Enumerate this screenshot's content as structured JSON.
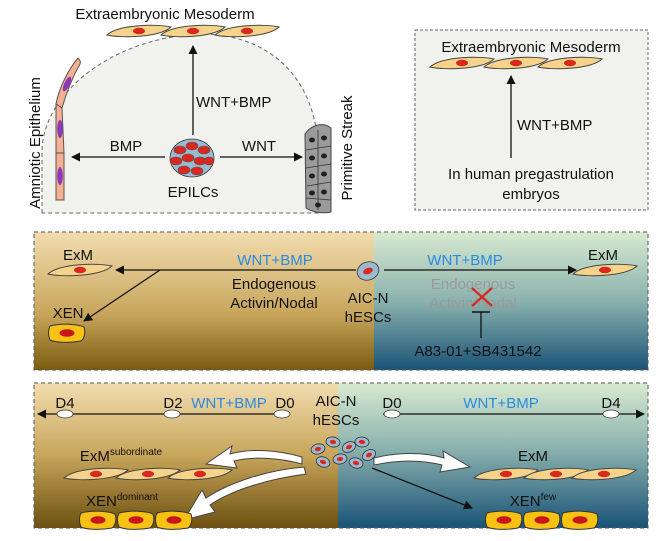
{
  "panel_top_left": {
    "title": "Extraembryonic Mesoderm",
    "arrow_up_label": "WNT+BMP",
    "left_arrow_label": "BMP",
    "right_arrow_label": "WNT",
    "center_label": "EPILCs",
    "left_side_label": "Amniotic Epithelium",
    "right_side_label": "Primitive Streak"
  },
  "panel_top_right": {
    "title": "Extraembryonic Mesoderm",
    "arrow_label": "WNT+BMP",
    "caption_line1": "In human pregastrulation",
    "caption_line2": "embryos"
  },
  "panel_middle": {
    "left_signal": "WNT+BMP",
    "left_sub1": "Endogenous",
    "left_sub2": "Activin/Nodal",
    "center_line1": "AIC-N",
    "center_line2": "hESCs",
    "right_signal": "WNT+BMP",
    "right_sub1": "Endogenous",
    "right_sub2": "Activin/Nodal",
    "exm_left": "ExM",
    "exm_right": "ExM",
    "xen_left": "XEN",
    "inhibitors": "A83-01+SB431542"
  },
  "panel_bottom": {
    "d4_left": "D4",
    "d2_left": "D2",
    "d0_left": "D0",
    "left_signal": "WNT+BMP",
    "center_line1": "AIC-N",
    "center_line2": "hESCs",
    "d0_right": "D0",
    "right_signal": "WNT+BMP",
    "d4_right": "D4",
    "exm_left": "ExM",
    "exm_left_sup": "subordinate",
    "xen_left": "XEN",
    "xen_left_sup": "dominant",
    "exm_right": "ExM",
    "xen_right": "XEN",
    "xen_right_sup": "few"
  },
  "colors": {
    "signal_blue": "#2a8be0",
    "tan": "#f2ddb0",
    "brown": "#7a5b10",
    "green": "#d8ead0",
    "navy": "#1a5377",
    "cell_fill": "#f6d38a",
    "nucleus_red": "#d8281f",
    "xen_yellow": "#f7c213",
    "amnion_purple": "#8d38b6"
  }
}
